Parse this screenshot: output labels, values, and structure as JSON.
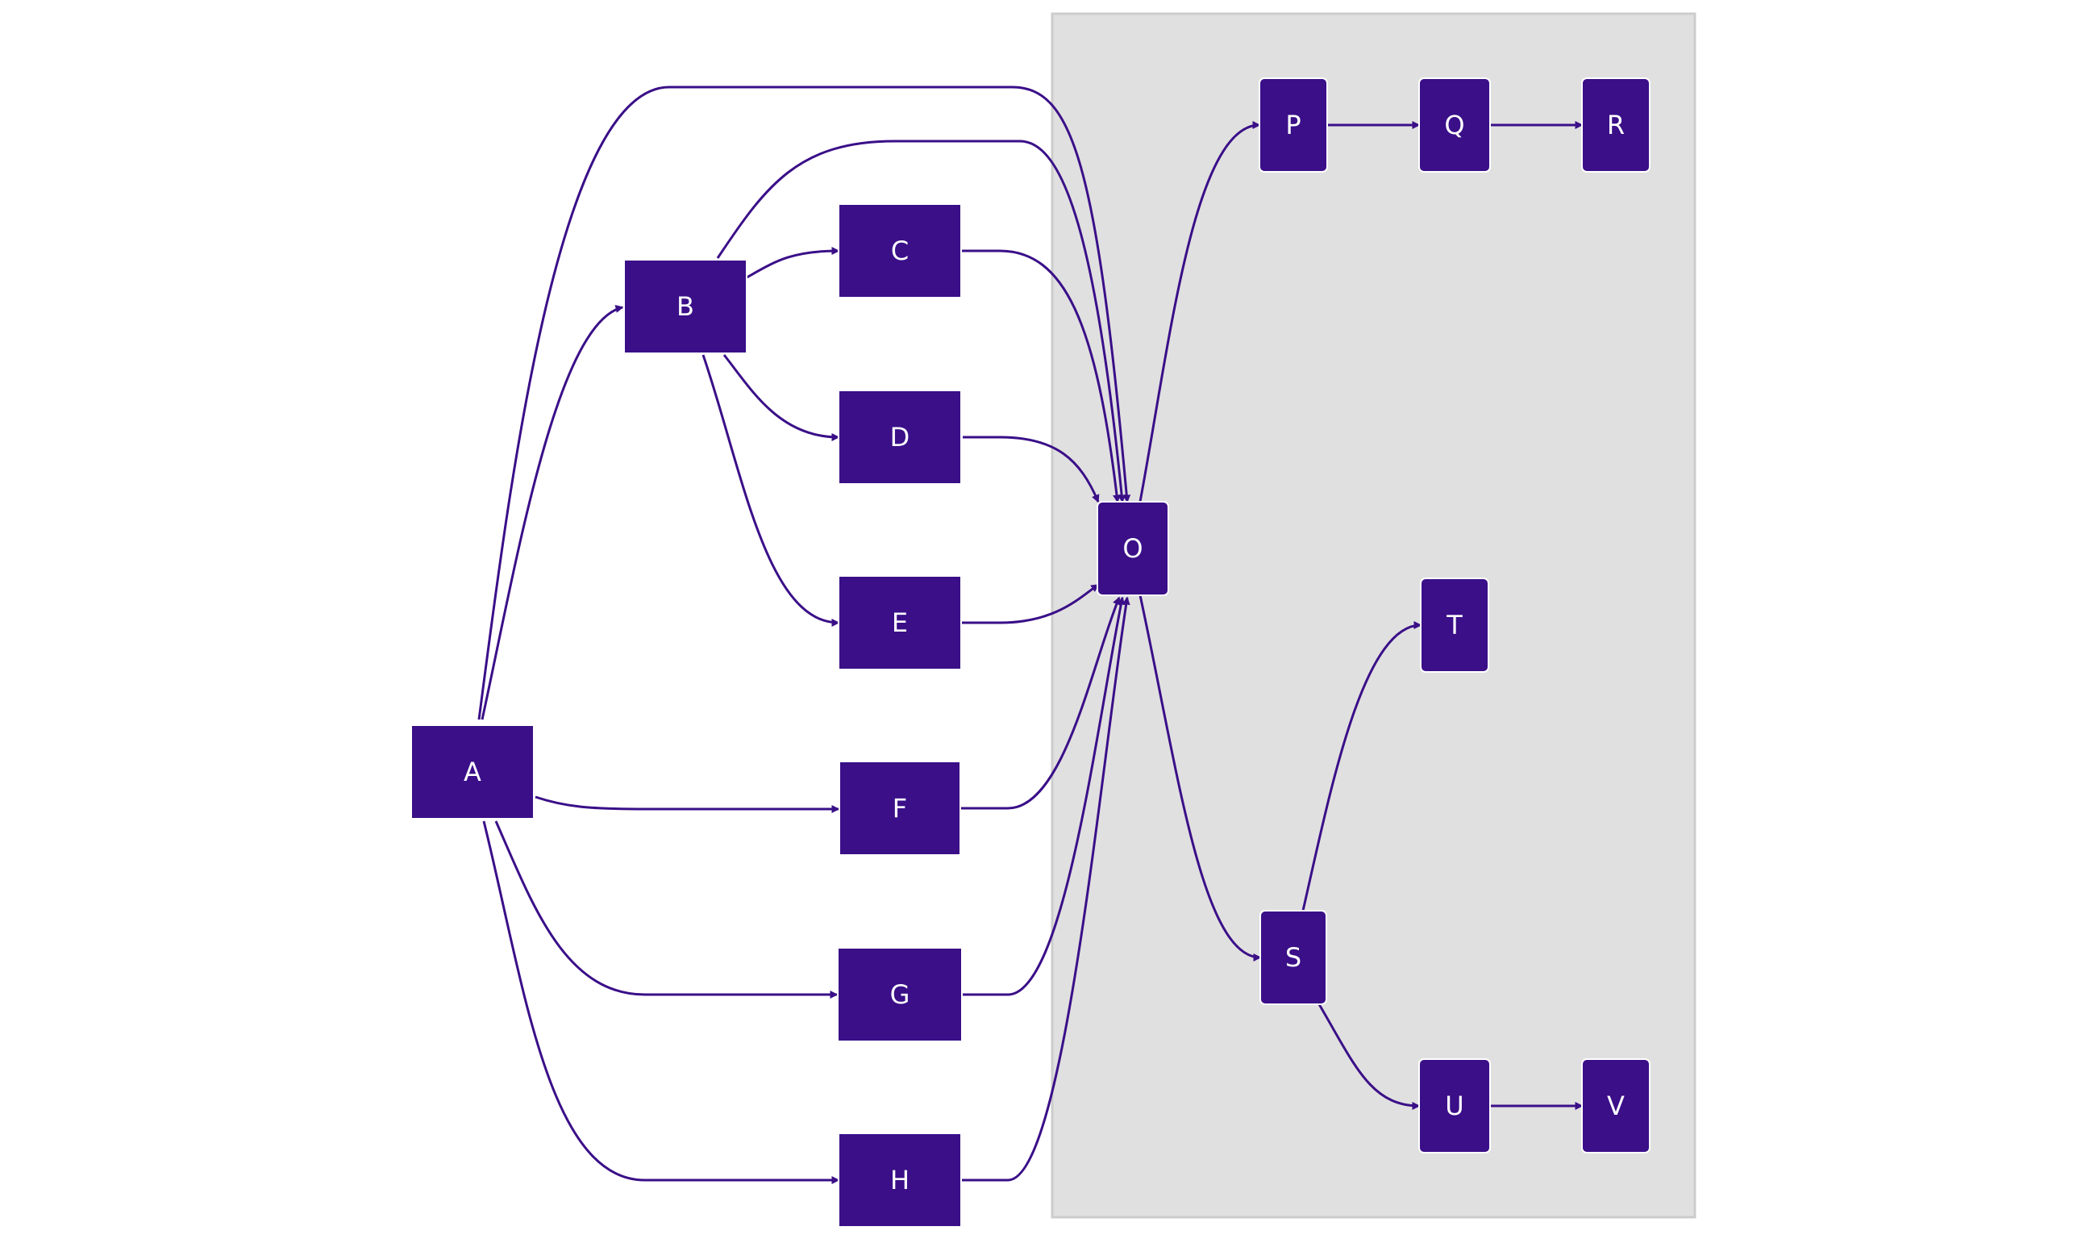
{
  "colors": {
    "node_fill": "#3a0f88",
    "edge": "#3a0f88",
    "node_text": "#ffffff",
    "cluster_bg": "#e0e0e0",
    "cluster_border": "#cccccc"
  },
  "nodes": [
    {
      "id": "A",
      "label": "A",
      "group": "outside"
    },
    {
      "id": "B",
      "label": "B",
      "group": "outside"
    },
    {
      "id": "C",
      "label": "C",
      "group": "outside"
    },
    {
      "id": "D",
      "label": "D",
      "group": "outside"
    },
    {
      "id": "E",
      "label": "E",
      "group": "outside"
    },
    {
      "id": "F",
      "label": "F",
      "group": "outside"
    },
    {
      "id": "G",
      "label": "G",
      "group": "outside"
    },
    {
      "id": "H",
      "label": "H",
      "group": "outside"
    },
    {
      "id": "O",
      "label": "O",
      "group": "cluster"
    },
    {
      "id": "P",
      "label": "P",
      "group": "cluster"
    },
    {
      "id": "Q",
      "label": "Q",
      "group": "cluster"
    },
    {
      "id": "R",
      "label": "R",
      "group": "cluster"
    },
    {
      "id": "T",
      "label": "T",
      "group": "cluster"
    },
    {
      "id": "S",
      "label": "S",
      "group": "cluster"
    },
    {
      "id": "U",
      "label": "U",
      "group": "cluster"
    },
    {
      "id": "V",
      "label": "V",
      "group": "cluster"
    }
  ],
  "edges": [
    {
      "from": "A",
      "to": "B"
    },
    {
      "from": "A",
      "to": "F"
    },
    {
      "from": "A",
      "to": "G"
    },
    {
      "from": "A",
      "to": "H"
    },
    {
      "from": "A",
      "to": "O"
    },
    {
      "from": "B",
      "to": "C"
    },
    {
      "from": "B",
      "to": "D"
    },
    {
      "from": "B",
      "to": "E"
    },
    {
      "from": "B",
      "to": "O"
    },
    {
      "from": "C",
      "to": "O"
    },
    {
      "from": "D",
      "to": "O"
    },
    {
      "from": "E",
      "to": "O"
    },
    {
      "from": "F",
      "to": "O"
    },
    {
      "from": "G",
      "to": "O"
    },
    {
      "from": "H",
      "to": "O"
    },
    {
      "from": "O",
      "to": "P"
    },
    {
      "from": "O",
      "to": "S"
    },
    {
      "from": "P",
      "to": "Q"
    },
    {
      "from": "Q",
      "to": "R"
    },
    {
      "from": "S",
      "to": "T"
    },
    {
      "from": "S",
      "to": "U"
    },
    {
      "from": "U",
      "to": "V"
    }
  ]
}
